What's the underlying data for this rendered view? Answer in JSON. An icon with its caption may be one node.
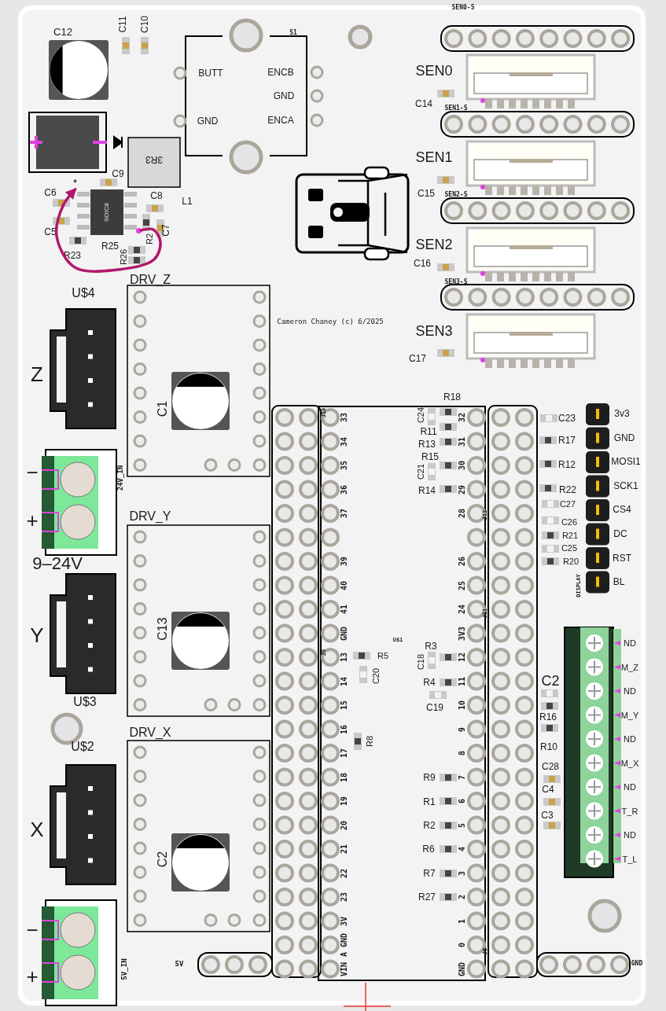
{
  "diagram": {
    "nodes": [
      {
        "text": [
          "*"
        ]
      },
      {
        "text": [],
        "shape": "circle"
      }
    ],
    "edges": [
      {
        "from": 1,
        "to": 0,
        "arrow": "to",
        "color": "#b0186e"
      }
    ],
    "labels": [
      "C12",
      "C11",
      "C10",
      "S1",
      "BUTT",
      "ENCB",
      "GND",
      "GND",
      "ENCA",
      "3R3",
      "C9",
      "L1",
      "C6",
      "C8",
      "SOIC8",
      "C5",
      "C7",
      "R23",
      "R25",
      "R2",
      "R26",
      "SEN0-S",
      "SEN0",
      "C14",
      "SEN1-S",
      "SEN1",
      "C15",
      "SEN2-S",
      "SEN2",
      "C16",
      "SEN3-S",
      "SEN3",
      "C17",
      "Cameron Chaney (c) 6/2025",
      "DRV_Z",
      "U$4",
      "C1",
      "Z",
      "24V_IN",
      "−",
      "+",
      "DRV_Y",
      "9–24V",
      "C13",
      "Y",
      "U$3",
      "U$2",
      "DRV_X",
      "C2",
      "X",
      "−",
      "+",
      "5V_IN",
      "5V",
      "R18",
      "C24",
      "R11",
      "R13",
      "R15",
      "C21",
      "R14",
      "J10",
      "J12",
      "J9",
      "J11",
      "J8",
      "U$1",
      "33",
      "34",
      "35",
      "36",
      "37",
      "39",
      "40",
      "41",
      "GND",
      "13",
      "14",
      "15",
      "16",
      "17",
      "18",
      "19",
      "20",
      "21",
      "22",
      "23",
      "3V",
      "A GND",
      "VIN",
      "32",
      "31",
      "30",
      "29",
      "28",
      "26",
      "25",
      "24",
      "3V3",
      "12",
      "11",
      "10",
      "9",
      "8",
      "7",
      "6",
      "5",
      "4",
      "3",
      "2",
      "1",
      "0",
      "GND",
      "R3",
      "C18",
      "R4",
      "C19",
      "R5",
      "C20",
      "R8",
      "R9",
      "R1",
      "R2",
      "R6",
      "R7",
      "R27",
      "C23",
      "R17",
      "R12",
      "R22",
      "C27",
      "C26",
      "R21",
      "C25",
      "R20",
      "DISPLAY",
      "3v3",
      "GND",
      "MOSI1",
      "SCK1",
      "CS4",
      "DC",
      "RST",
      "BL",
      "C2",
      "R16",
      "R10",
      "C28",
      "C4",
      "C3",
      "ND",
      "M_Z",
      "ND",
      "M_Y",
      "ND",
      "M_X",
      "ND",
      "T_R",
      "ND",
      "T_L",
      "GND"
    ]
  }
}
